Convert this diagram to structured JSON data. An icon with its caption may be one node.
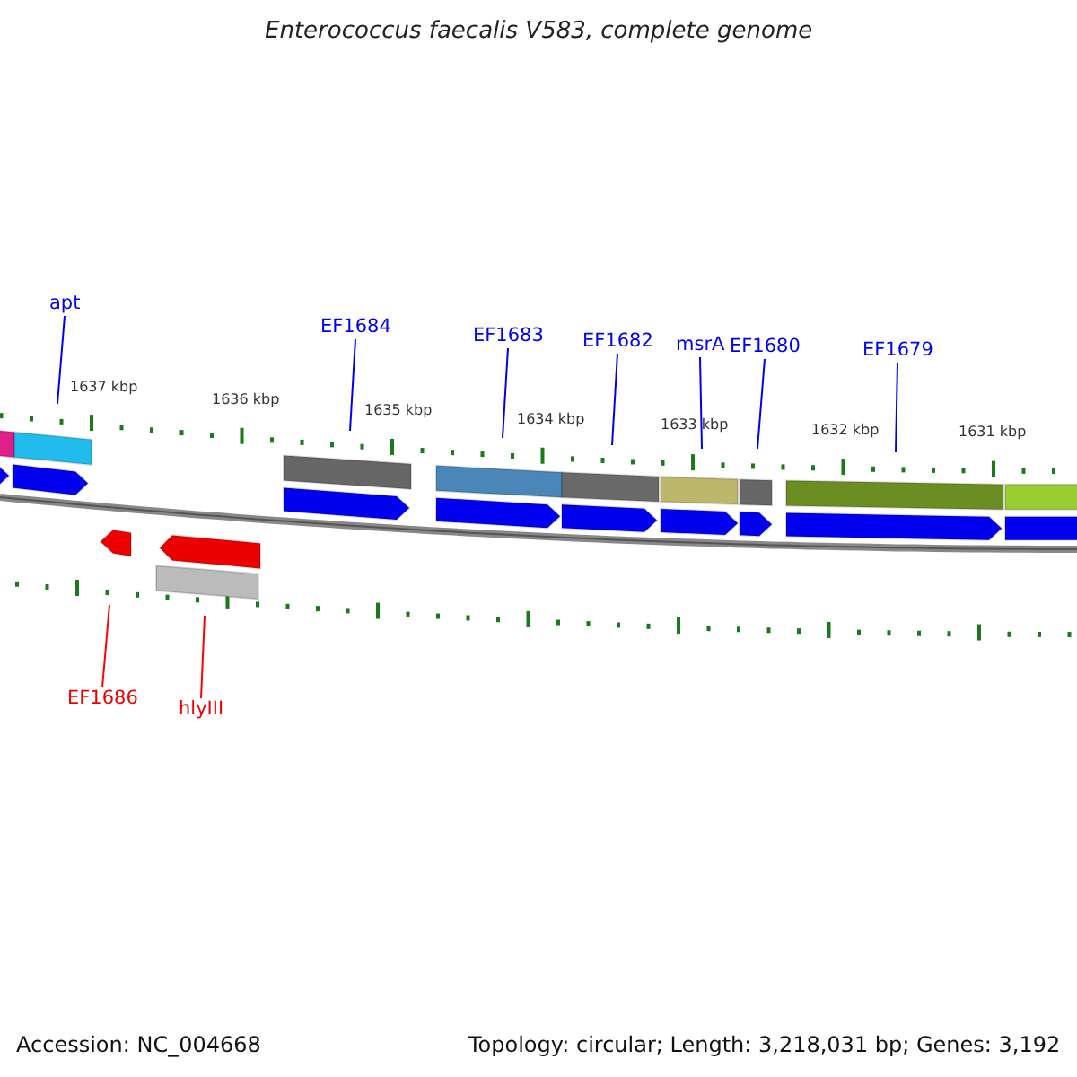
{
  "diagram": {
    "title": "Enterococcus faecalis V583, complete genome",
    "nodes": [
      {
        "text": [
          "apt"
        ]
      },
      {
        "text": [
          "EF1684"
        ]
      },
      {
        "text": [
          "EF1683"
        ]
      },
      {
        "text": [
          "EF1682"
        ]
      },
      {
        "text": [
          "msrA"
        ]
      },
      {
        "text": [
          "EF1680"
        ]
      },
      {
        "text": [
          "EF1679"
        ]
      },
      {
        "text": [
          "EF1686"
        ]
      },
      {
        "text": [
          "hlyIII"
        ]
      }
    ],
    "edges": [
      {
        "from": 0,
        "to": null,
        "arrow": "none"
      },
      {
        "from": 1,
        "to": null,
        "arrow": "none"
      },
      {
        "from": 2,
        "to": null,
        "arrow": "none"
      },
      {
        "from": 3,
        "to": null,
        "arrow": "none"
      },
      {
        "from": 4,
        "to": null,
        "arrow": "none"
      },
      {
        "from": 5,
        "to": null,
        "arrow": "none"
      },
      {
        "from": 6,
        "to": null,
        "arrow": "none"
      },
      {
        "from": 7,
        "to": null,
        "arrow": "none",
        "color": "#ff0000"
      },
      {
        "from": 8,
        "to": null,
        "arrow": "none",
        "color": "#ff0000"
      }
    ],
    "labels": [
      "1637 kbp",
      "1636 kbp",
      "1635 kbp",
      "1634 kbp",
      "1633 kbp",
      "1632 kbp",
      "1631 kbp",
      "Accession: NC_004668",
      "Topology: circular; Length: 3,218,031 bp; Genes: 3,192"
    ]
  }
}
